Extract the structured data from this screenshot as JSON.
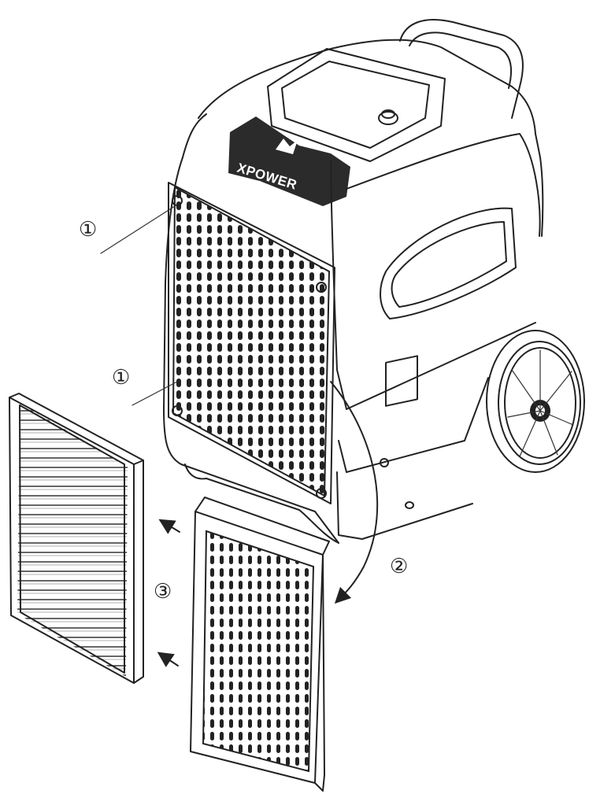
{
  "brand_logo": {
    "text": "XPOWER",
    "color": "#ffffff",
    "badge_color": "#2b2b2b"
  },
  "callouts": [
    {
      "id": "1",
      "label": "①",
      "target": "upper-panel-screw"
    },
    {
      "id": "1b",
      "label": "①",
      "target": "lower-panel-screw"
    },
    {
      "id": "2",
      "label": "②",
      "target": "remove-grille"
    },
    {
      "id": "3",
      "label": "③",
      "target": "remove-filter"
    }
  ],
  "colors": {
    "line": "#222222",
    "background": "#ffffff"
  }
}
